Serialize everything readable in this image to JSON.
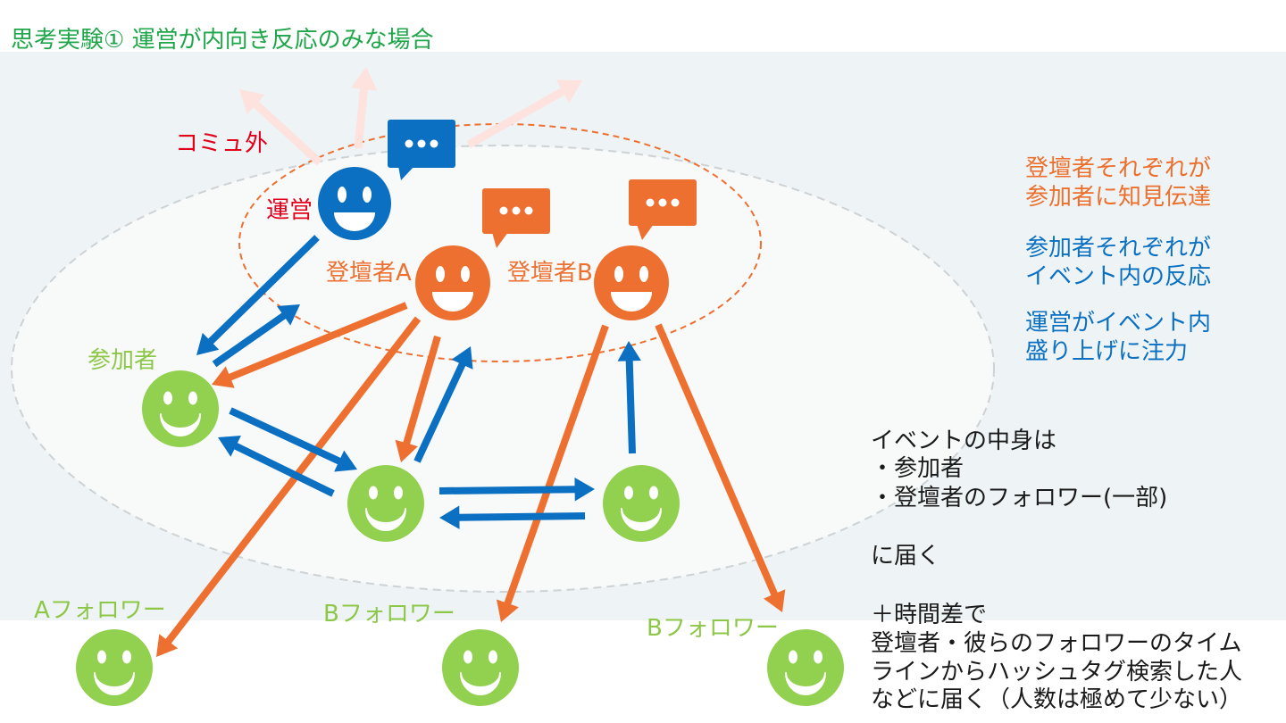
{
  "title": "思考実験① 運営が内向き反応のみな場合",
  "labels": {
    "outside_community": "コミュ外",
    "organizer": "運営",
    "speaker_a": "登壇者A",
    "speaker_b": "登壇者B",
    "participant": "参加者",
    "follower_a": "Aフォロワー",
    "follower_b": "Bフォロワー",
    "follower_b_second": "Bフォロワー"
  },
  "notes": {
    "speakers": [
      "登壇者それぞれが",
      "参加者に知見伝達"
    ],
    "participants": [
      "参加者それぞれが",
      "イベント内の反応"
    ],
    "organizer": [
      "運営がイベント内",
      "盛り上げに注力"
    ]
  },
  "summary": {
    "intro": [
      "イベントの中身は",
      "・参加者",
      "・登壇者のフォロワー(一部)"
    ],
    "reach": "に届く",
    "delayed": [
      "＋時間差で",
      "登壇者・彼らのフォロワーのタイム",
      "ラインからハッシュタグ検索した人",
      "などに届く（人数は極めて少ない）"
    ]
  },
  "icons": {
    "person": "smiley-face-icon",
    "message": "speech-bubble-icon",
    "flow": "arrow-icon"
  },
  "colors": {
    "title_green": "#1fa64a",
    "label_green": "#8dc747",
    "face_green": "#92d050",
    "organizer_blue": "#0b6fc2",
    "note_blue": "#0b70c2",
    "speaker_orange": "#ed7031",
    "note_orange": "#ec6f2d",
    "label_red": "#e3001b",
    "outside_arrow_pink": "#fde2de",
    "panel_background": "#eef4f5",
    "event_area": "#f8f9f9",
    "event_area_border": "#cdd2d4",
    "summary_text": "#1a1a1a"
  }
}
